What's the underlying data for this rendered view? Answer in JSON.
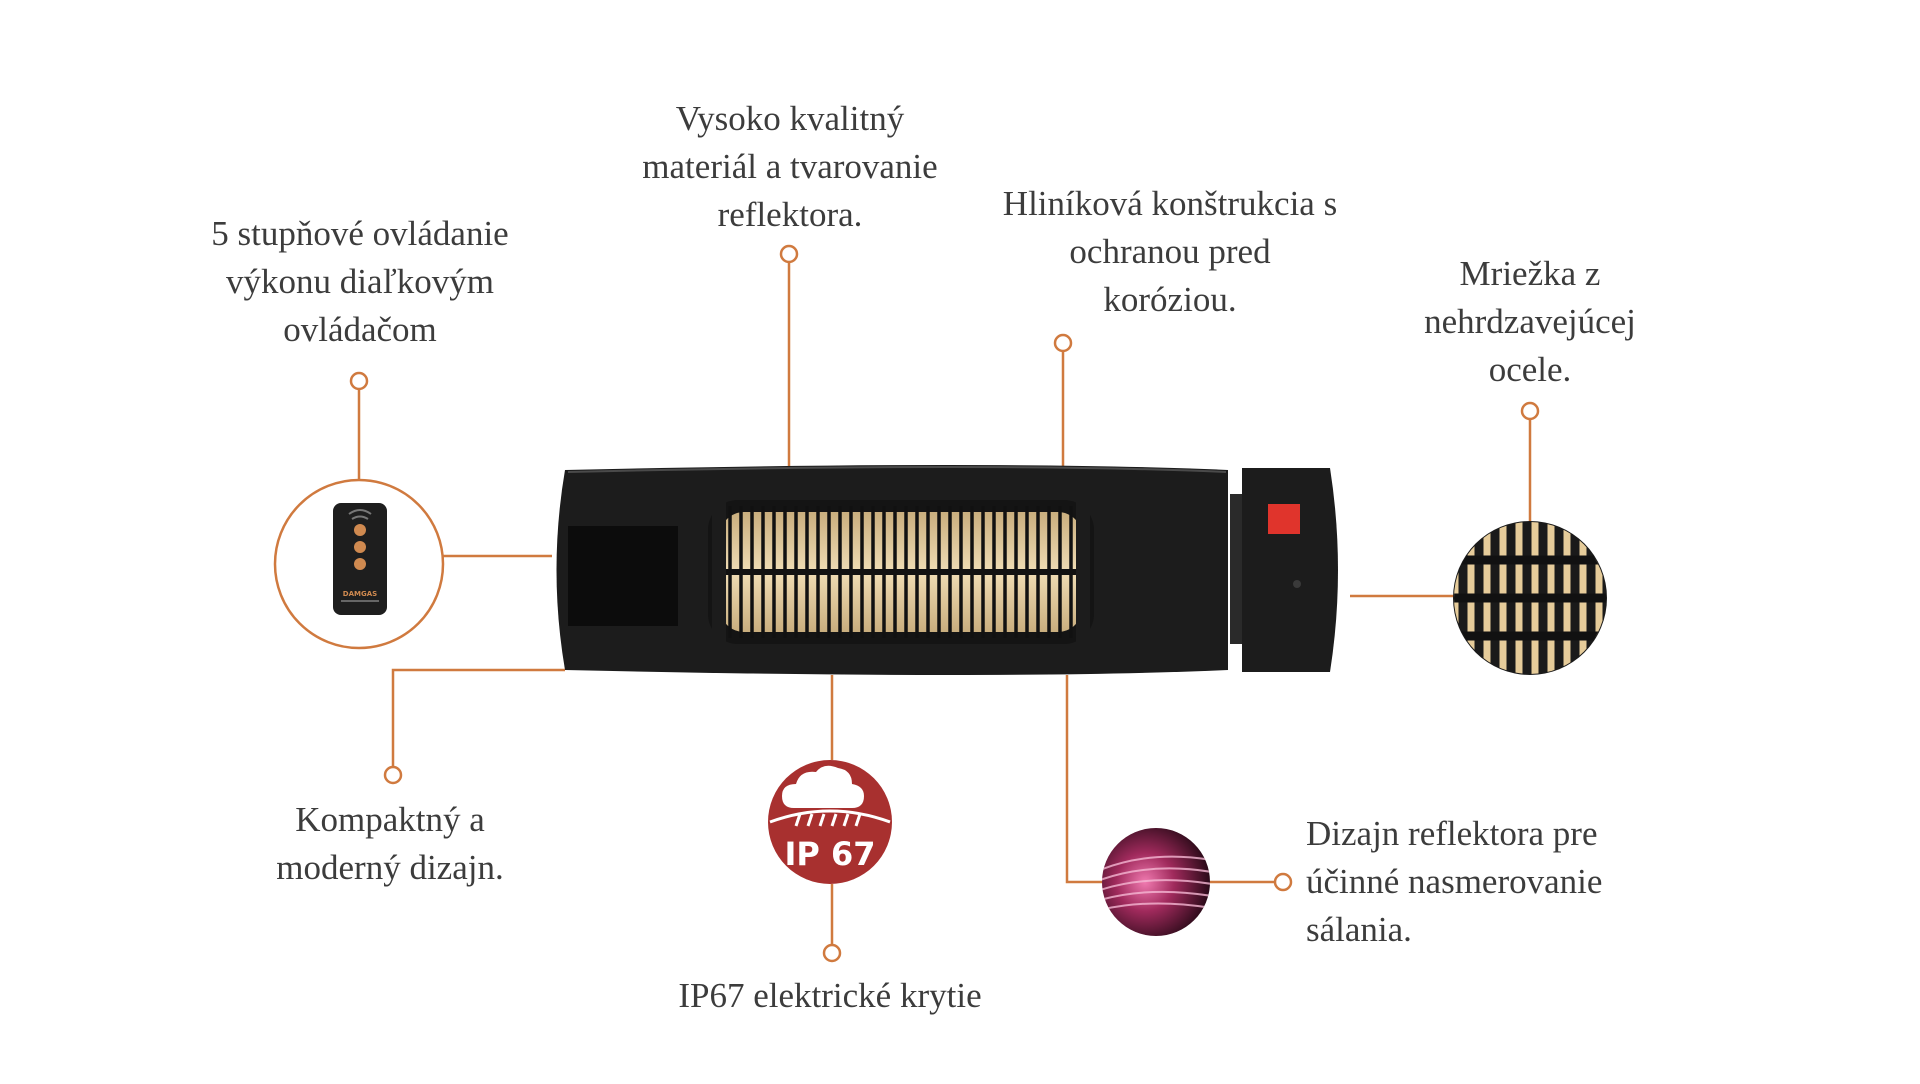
{
  "colors": {
    "accent": "#D07A3F",
    "heater_body": "#1c1c1c",
    "glow": "#e6cc9a",
    "indicator": "#e0342c",
    "ip_badge": "#a8302f",
    "reflector": "#b0306a"
  },
  "icons": [
    "remote-control-icon",
    "rain-cloud-icon",
    "stainless-grid-icon",
    "reflector-glow-icon"
  ],
  "callouts": {
    "remote": "5 stupňové ovládanie\nvýkonu diaľkovým\novládačom",
    "material": "Vysoko kvalitný\nmateriál a tvarovanie\nreflektora.",
    "aluminium": "Hliníková konštrukcia s\nochranou pred\nkoróziou.",
    "grid": "Mriežka z\nnehrdzavejúcej\nocele.",
    "compact": "Kompaktný a\nmoderný dizajn.",
    "ip": "IP67 elektrické krytie",
    "reflector": "Dizajn reflektora pre\núčinné nasmerovanie\nsálania."
  },
  "badge": {
    "text": "IP 67"
  },
  "remote_brand": "DAMGAS"
}
